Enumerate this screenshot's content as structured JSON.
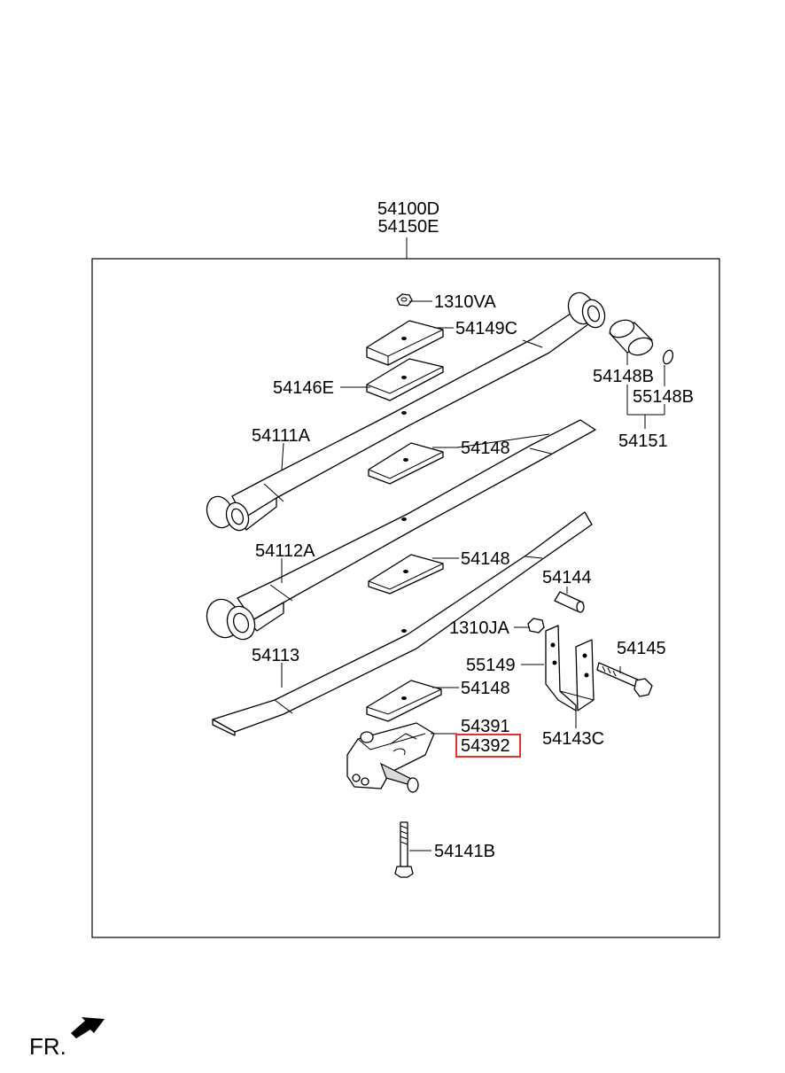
{
  "header_labels": [
    "54100D",
    "54150E"
  ],
  "parts": [
    {
      "code": "1310VA"
    },
    {
      "code": "54149C"
    },
    {
      "code": "54146E"
    },
    {
      "code": "54111A"
    },
    {
      "code": "54148"
    },
    {
      "code": "54112A"
    },
    {
      "code": "54148"
    },
    {
      "code": "54113"
    },
    {
      "code": "54148"
    },
    {
      "code": "54391"
    },
    {
      "code": "54392",
      "highlighted": true
    },
    {
      "code": "54141B"
    },
    {
      "code": "54148B"
    },
    {
      "code": "55148B"
    },
    {
      "code": "54151"
    },
    {
      "code": "54144"
    },
    {
      "code": "1310JA"
    },
    {
      "code": "54145"
    },
    {
      "code": "55149"
    },
    {
      "code": "54143C"
    }
  ],
  "direction_label": "FR.",
  "colors": {
    "highlight": "#e8302a",
    "line": "#000000",
    "background": "#ffffff"
  }
}
